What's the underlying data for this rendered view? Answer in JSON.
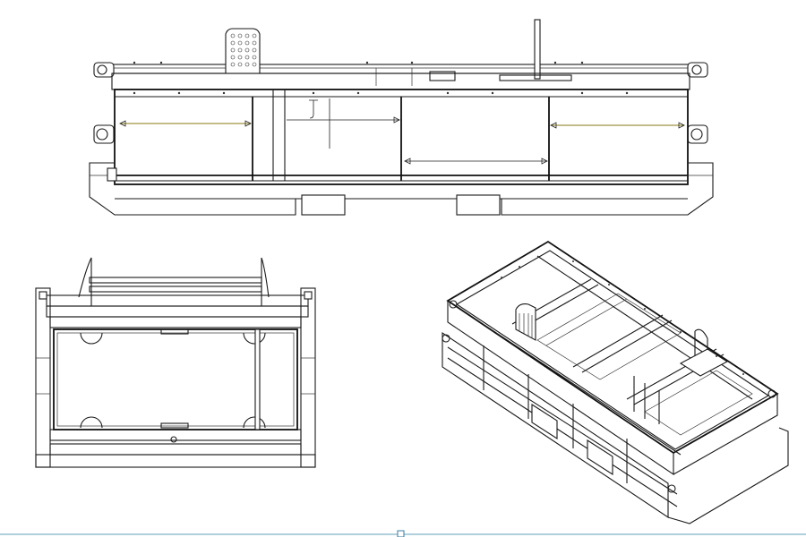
{
  "drawing": {
    "views": [
      {
        "id": "front-elevation",
        "role": "side view of frame"
      },
      {
        "id": "end-elevation",
        "role": "end view of frame"
      },
      {
        "id": "isometric",
        "role": "isometric view of frame"
      }
    ],
    "colors": {
      "line": "#1a1a1a",
      "dimension_line": "#8a7a10",
      "background": "#ffffff",
      "bottom_divider": "#7fb3c8"
    }
  }
}
